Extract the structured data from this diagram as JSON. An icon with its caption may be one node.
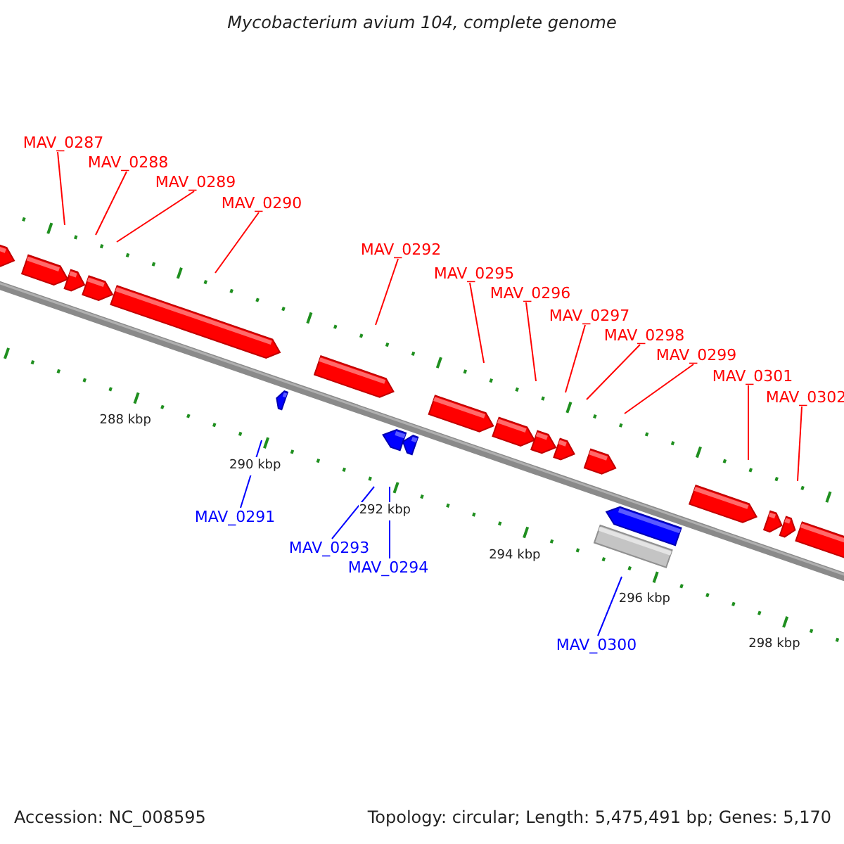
{
  "diagram": {
    "title": "Mycobacterium avium 104, complete genome",
    "nodes": [
      {
        "text": [
          "MAV_0287"
        ]
      },
      {
        "text": [
          "MAV_0288"
        ]
      },
      {
        "text": [
          "MAV_0289"
        ]
      },
      {
        "text": [
          "MAV_0290"
        ]
      },
      {
        "text": [
          "MAV_0292"
        ]
      },
      {
        "text": [
          "MAV_0295"
        ]
      },
      {
        "text": [
          "MAV_0296"
        ]
      },
      {
        "text": [
          "MAV_0297"
        ]
      },
      {
        "text": [
          "MAV_0298"
        ]
      },
      {
        "text": [
          "MAV_0299"
        ]
      },
      {
        "text": [
          "MAV_0301"
        ]
      },
      {
        "text": [
          "MAV_0302"
        ]
      },
      {
        "text": [
          "MAV_0291"
        ]
      },
      {
        "text": [
          "MAV_0293"
        ]
      },
      {
        "text": [
          "MAV_0294"
        ]
      },
      {
        "text": [
          "MAV_0300"
        ]
      }
    ],
    "edges": [
      {
        "from": 0,
        "to": null,
        "arrow": "none"
      },
      {
        "from": 1,
        "to": null,
        "arrow": "none"
      },
      {
        "from": 2,
        "to": null,
        "arrow": "none"
      },
      {
        "from": 3,
        "to": null,
        "arrow": "none"
      },
      {
        "from": 4,
        "to": null,
        "arrow": "none"
      },
      {
        "from": 5,
        "to": null,
        "arrow": "none"
      },
      {
        "from": 6,
        "to": null,
        "arrow": "none"
      },
      {
        "from": 7,
        "to": null,
        "arrow": "none"
      },
      {
        "from": 8,
        "to": null,
        "arrow": "none"
      },
      {
        "from": 9,
        "to": null,
        "arrow": "none"
      },
      {
        "from": 10,
        "to": null,
        "arrow": "none"
      },
      {
        "from": 11,
        "to": null,
        "arrow": "none"
      },
      {
        "from": 12,
        "to": null,
        "arrow": "none",
        "color": "#0000ff"
      },
      {
        "from": 13,
        "to": null,
        "arrow": "none",
        "color": "#0000ff"
      },
      {
        "from": 14,
        "to": null,
        "arrow": "none",
        "color": "#0000ff"
      },
      {
        "from": 15,
        "to": null,
        "arrow": "none",
        "color": "#0000ff"
      }
    ],
    "labels": [
      "288 kbp",
      "290 kbp",
      "292 kbp",
      "294 kbp",
      "296 kbp",
      "298 kbp",
      "Accession: NC_008595",
      "Topology: circular; Length: 5,475,491 bp; Genes: 5,170"
    ]
  }
}
